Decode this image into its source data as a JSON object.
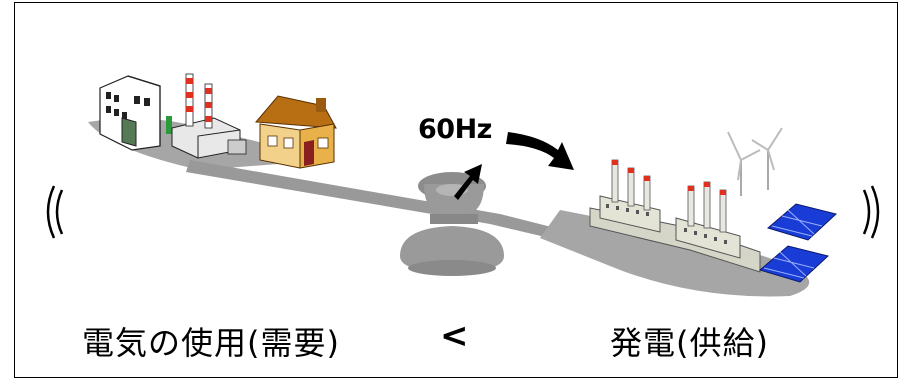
{
  "frequency_label": "60Hz",
  "demand_label": "電気の使用(需要)",
  "supply_label": "発電(供給)",
  "comparison_symbol": "<",
  "colors": {
    "shadow": "#a6a6a6",
    "scale": "#9a9a9a",
    "house_roof": "#b86e12",
    "house_wall": "#e8b14a",
    "solar_panel": "#1a3cd6",
    "chimney_stripe": "#e03020"
  },
  "icons": [
    "factory-icon",
    "house-icon",
    "power-plant-icon",
    "wind-turbine-icon",
    "solar-panel-icon",
    "balance-scale-icon",
    "arrow-icon",
    "vibration-mark-icon"
  ]
}
